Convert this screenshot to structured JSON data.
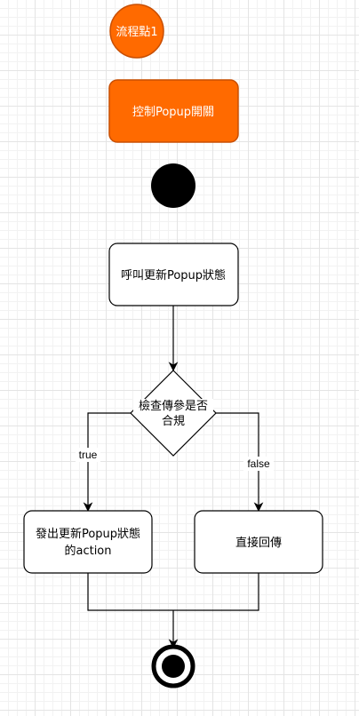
{
  "colors": {
    "accent_fill": "#ff6a00",
    "accent_stroke": "#c84e00",
    "accent_text": "#ffffff",
    "node_stroke": "#000000",
    "node_fill": "#ffffff",
    "terminal": "#000000"
  },
  "nodes": {
    "start_label": "流程點1",
    "popup_toggle": "控制Popup開關",
    "call_update": "呼叫更新Popup狀態",
    "decision": {
      "line1": "檢查傳參是否",
      "line2": "合規"
    },
    "dispatch_action": {
      "line1": "發出更新Popup狀態",
      "line2": "的action"
    },
    "return_directly": "直接回傳"
  },
  "edges": {
    "true_label": "true",
    "false_label": "false"
  }
}
